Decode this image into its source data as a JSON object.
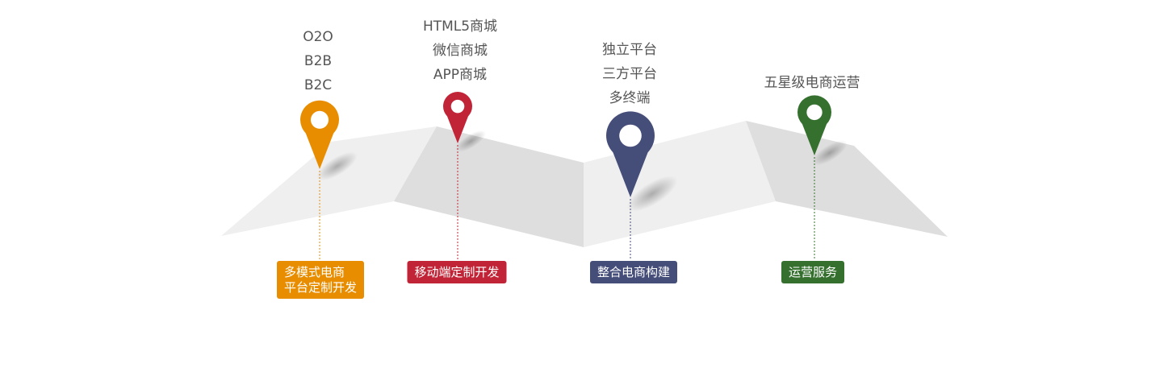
{
  "stations": [
    {
      "id": "o2o",
      "features": [
        "O2O",
        "B2B",
        "B2C"
      ],
      "label": [
        "多模式电商",
        "平台定制开发"
      ],
      "color": "#E98D00"
    },
    {
      "id": "mobile",
      "features": [
        "HTML5商城",
        "微信商城",
        "APP商城"
      ],
      "label": [
        "移动端定制开发"
      ],
      "color": "#C12437"
    },
    {
      "id": "build",
      "features": [
        "独立平台",
        "三方平台",
        "多终端"
      ],
      "label": [
        "整合电商构建"
      ],
      "color": "#454D79"
    },
    {
      "id": "ops",
      "features": [
        "五星级电商运营"
      ],
      "label": [
        "运营服务"
      ],
      "color": "#35702F"
    }
  ]
}
